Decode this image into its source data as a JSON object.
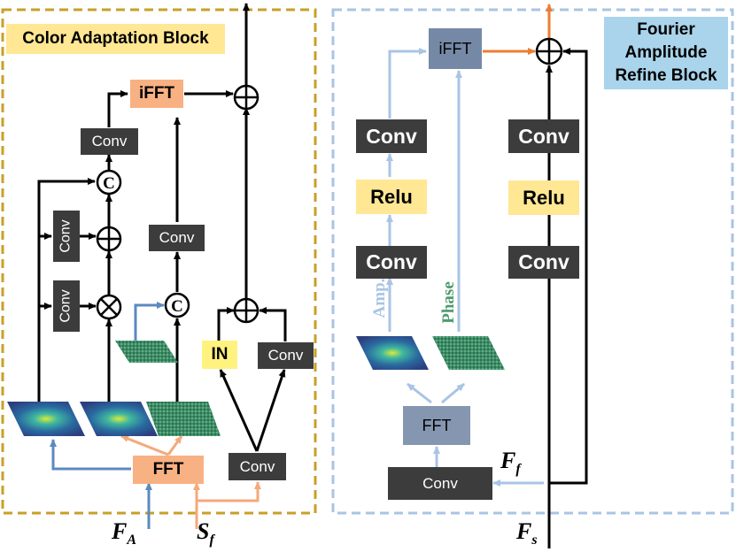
{
  "left_panel": {
    "title": "Color Adaptation Block",
    "blocks": {
      "ifft": "iFFT",
      "conv_top": "Conv",
      "conv_add": "Conv",
      "conv_mul": "Conv",
      "conv_mid": "Conv",
      "in": "IN",
      "conv_right": "Conv",
      "fft": "FFT",
      "conv_bottom": "Conv"
    },
    "concat_symbol": "C",
    "inputs": {
      "fa_main": "F",
      "fa_sub": "A",
      "sf_main": "S",
      "sf_sub": "f"
    }
  },
  "right_panel": {
    "title": "Fourier Amplitude Refine Block",
    "blocks": {
      "ifft": "iFFT",
      "conv_a1": "Conv",
      "relu_a": "Relu",
      "conv_a2": "Conv",
      "conv_b1": "Conv",
      "relu_b": "Relu",
      "conv_b2": "Conv",
      "fft": "FFT",
      "conv_in": "Conv"
    },
    "labels": {
      "amp": "Amp.",
      "phase": "Phase"
    },
    "inputs": {
      "ff_main": "F",
      "ff_sub": "f",
      "fs_main": "F",
      "fs_sub": "s"
    }
  },
  "colors": {
    "left_border": "#c8a028",
    "right_border": "#a9c4e4",
    "left_title_bg": "#ffe794",
    "right_title_bg": "#a9d4ec",
    "conv_dark": "#3c3c3c",
    "fft_orange": "#f8b183",
    "in_yellow": "#fff27f",
    "arrow_blue": "#5b8abf",
    "arrow_light_blue": "#a9c4e4",
    "arrow_orange": "#f4a97a",
    "arrow_orange_strong": "#ed7d31",
    "phase_green": "#4e9a6e"
  }
}
